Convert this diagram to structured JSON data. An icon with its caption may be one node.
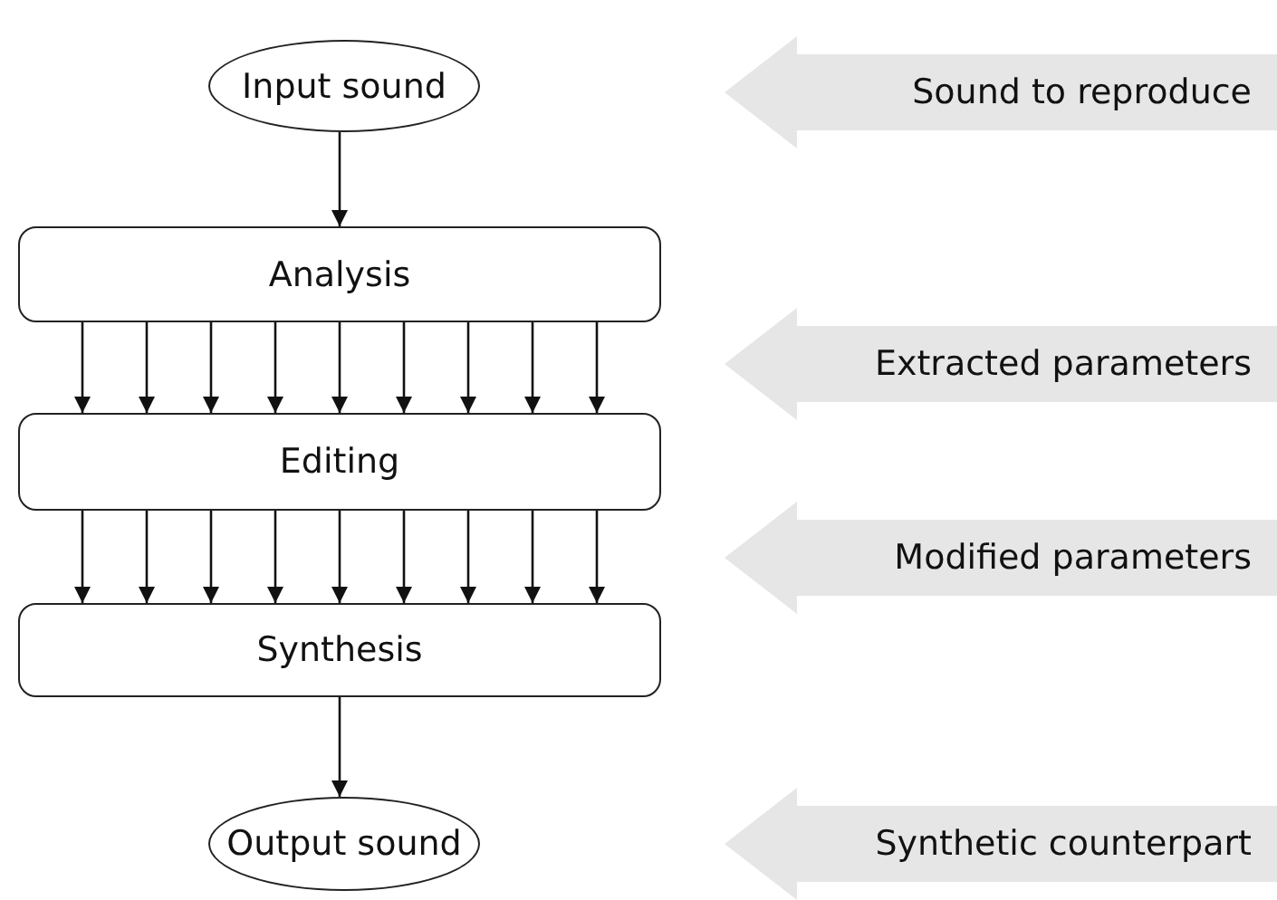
{
  "diagram": {
    "nodes": [
      {
        "text": [
          "Input sound"
        ]
      },
      {
        "text": [
          "Analysis"
        ]
      },
      {
        "text": [
          "Editing"
        ]
      },
      {
        "text": [
          "Synthesis"
        ]
      },
      {
        "text": [
          "Output sound"
        ]
      },
      {
        "text": [
          "Sound to reproduce"
        ]
      },
      {
        "text": [
          "Extracted parameters"
        ]
      },
      {
        "text": [
          "Modified parameters"
        ]
      },
      {
        "text": [
          "Synthetic counterpart"
        ]
      }
    ],
    "edges": [
      {
        "from": 0,
        "to": 1,
        "arrow": "to"
      },
      {
        "from": 1,
        "to": 2,
        "arrow": "to"
      },
      {
        "from": 1,
        "to": 2,
        "arrow": "to"
      },
      {
        "from": 1,
        "to": 2,
        "arrow": "to"
      },
      {
        "from": 1,
        "to": 2,
        "arrow": "to"
      },
      {
        "from": 1,
        "to": 2,
        "arrow": "to"
      },
      {
        "from": 1,
        "to": 2,
        "arrow": "to"
      },
      {
        "from": 1,
        "to": 2,
        "arrow": "to"
      },
      {
        "from": 1,
        "to": 2,
        "arrow": "to"
      },
      {
        "from": 1,
        "to": 2,
        "arrow": "to"
      },
      {
        "from": 2,
        "to": 3,
        "arrow": "to"
      },
      {
        "from": 2,
        "to": 3,
        "arrow": "to"
      },
      {
        "from": 2,
        "to": 3,
        "arrow": "to"
      },
      {
        "from": 2,
        "to": 3,
        "arrow": "to"
      },
      {
        "from": 2,
        "to": 3,
        "arrow": "to"
      },
      {
        "from": 2,
        "to": 3,
        "arrow": "to"
      },
      {
        "from": 2,
        "to": 3,
        "arrow": "to"
      },
      {
        "from": 2,
        "to": 3,
        "arrow": "to"
      },
      {
        "from": 2,
        "to": 3,
        "arrow": "to"
      },
      {
        "from": 3,
        "to": 4,
        "arrow": "to"
      }
    ]
  }
}
